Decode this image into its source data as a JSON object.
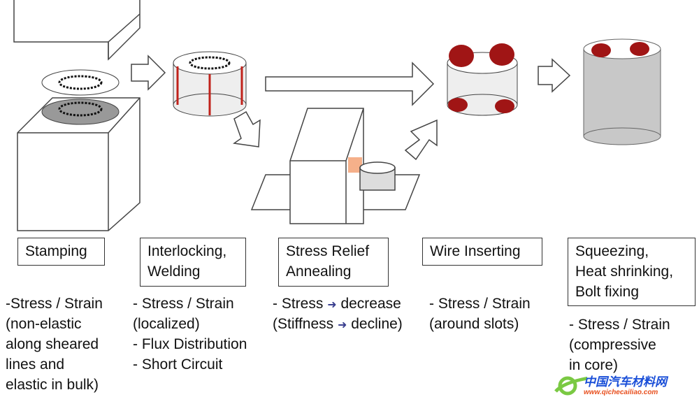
{
  "steps": [
    {
      "label": "Stamping",
      "desc": "-Stress / Strain\n(non-elastic\nalong sheared\nlines and\nelastic in bulk)"
    },
    {
      "label": "Interlocking,\nWelding",
      "desc": "- Stress / Strain\n(localized)\n- Flux Distribution\n- Short Circuit"
    },
    {
      "label": "Stress Relief\nAnnealing",
      "desc_line1_a": "- Stress",
      "desc_line1_b": "decrease",
      "desc_line2_a": "(Stiffness",
      "desc_line2_b": "decline)"
    },
    {
      "label": "Wire Inserting",
      "desc": "- Stress / Strain\n(around slots)"
    },
    {
      "label": "Squeezing,\nHeat shrinking,\nBolt fixing",
      "desc": "- Stress / Strain\n(compressive\nin core)"
    }
  ],
  "arrow_glyph": "➜",
  "watermark": {
    "cn": "中国汽车材料网",
    "url": "www.qichecailiao.com"
  },
  "colors": {
    "accent_red": "#c0221b",
    "arrow_blue": "#3a3f8f",
    "cylinder": "#c8c8c8"
  }
}
